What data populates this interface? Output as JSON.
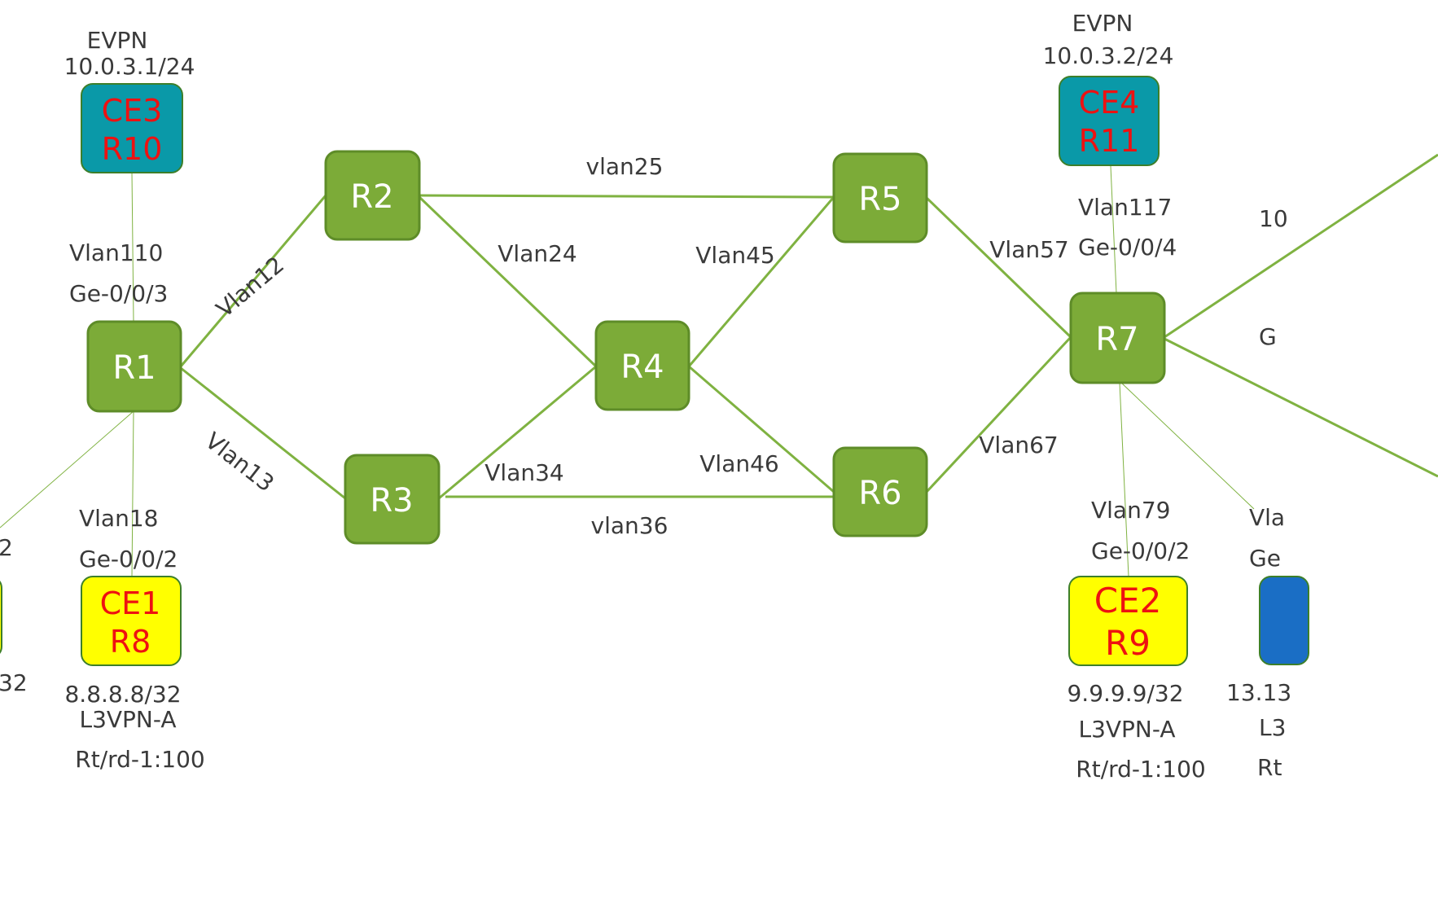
{
  "colors": {
    "link": "#7fb241",
    "router_fill": "#7cab38",
    "router_stroke": "#5e8c28",
    "router_text": "#ffffff",
    "evpn_fill": "#0a99a8",
    "ce_yellow_fill": "#ffff00",
    "ce_text": "#ee1111",
    "blue_fill": "#1a6ec5",
    "label_text": "#3a3a3a"
  },
  "routers": [
    {
      "id": "R1",
      "label": "R1"
    },
    {
      "id": "R2",
      "label": "R2"
    },
    {
      "id": "R3",
      "label": "R3"
    },
    {
      "id": "R4",
      "label": "R4"
    },
    {
      "id": "R5",
      "label": "R5"
    },
    {
      "id": "R6",
      "label": "R6"
    },
    {
      "id": "R7",
      "label": "R7"
    }
  ],
  "ce_nodes": [
    {
      "id": "CE3",
      "line1": "CE3",
      "line2": "R10",
      "kind": "evpn"
    },
    {
      "id": "CE4",
      "line1": "CE4",
      "line2": "R11",
      "kind": "evpn"
    },
    {
      "id": "CE1",
      "line1": "CE1",
      "line2": "R8",
      "kind": "l3vpn"
    },
    {
      "id": "CE2",
      "line1": "CE2",
      "line2": "R9",
      "kind": "l3vpn"
    }
  ],
  "links": [
    {
      "id": "R1-R2",
      "label": "Vlan12"
    },
    {
      "id": "R1-R3",
      "label": "Vlan13"
    },
    {
      "id": "R2-R5",
      "label": "vlan25"
    },
    {
      "id": "R2-R4",
      "label": "Vlan24"
    },
    {
      "id": "R3-R4",
      "label": "Vlan34"
    },
    {
      "id": "R3-R6",
      "label": "vlan36"
    },
    {
      "id": "R4-R5",
      "label": "Vlan45"
    },
    {
      "id": "R4-R6",
      "label": "Vlan46"
    },
    {
      "id": "R5-R7",
      "label": "Vlan57"
    },
    {
      "id": "R6-R7",
      "label": "Vlan67"
    }
  ],
  "attachments": {
    "r1_ce3": {
      "vlan": "Vlan110",
      "port": "Ge-0/0/3"
    },
    "r1_ce1": {
      "vlan": "Vlan18",
      "port": "Ge-0/0/2"
    },
    "r7_ce4": {
      "vlan": "Vlan117",
      "port": "Ge-0/0/4"
    },
    "r7_ce2": {
      "vlan": "Vlan79",
      "port": "Ge-0/0/2"
    }
  },
  "ce_info": {
    "ce3": {
      "service": "EVPN",
      "address": "10.0.3.1/24"
    },
    "ce4": {
      "service": "EVPN",
      "address": "10.0.3.2/24"
    },
    "ce1": {
      "address": "8.8.8.8/32",
      "service": "L3VPN-A",
      "rt": "Rt/rd-1:100"
    },
    "ce2": {
      "address": "9.9.9.9/32",
      "service": "L3VPN-A",
      "rt": "Rt/rd-1:100"
    }
  },
  "edge_fragments": {
    "left_mid": "2",
    "left_bottom": "32",
    "right_top": "10",
    "right_mid": "G",
    "right_vlan": "Vla",
    "right_port": "Ge",
    "right_addr": "13.13",
    "right_service": "L3",
    "right_rt": "Rt"
  }
}
